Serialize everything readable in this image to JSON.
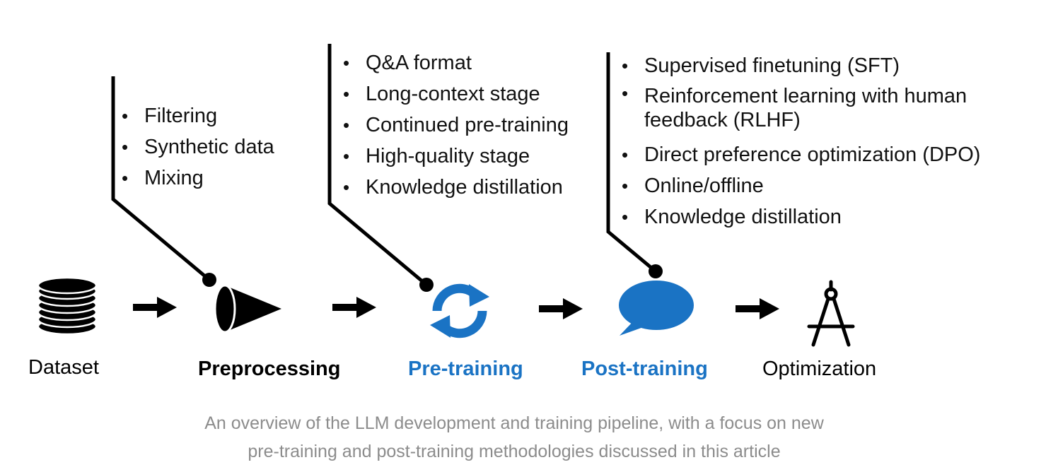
{
  "colors": {
    "blue": "#1a73c4",
    "black": "#000000",
    "caption": "#8c8c8c"
  },
  "stages": [
    {
      "label": "Dataset",
      "icon": "database-icon"
    },
    {
      "label": "Preprocessing",
      "icon": "funnel-icon"
    },
    {
      "label": "Pre-training",
      "icon": "refresh-cycle-icon"
    },
    {
      "label": "Post-training",
      "icon": "speech-bubble-icon"
    },
    {
      "label": "Optimization",
      "icon": "compass-icon"
    }
  ],
  "callouts": {
    "preprocessing": [
      "Filtering",
      "Synthetic data",
      "Mixing"
    ],
    "pretraining": [
      "Q&A format",
      "Long-context stage",
      "Continued pre-training",
      "High-quality stage",
      "Knowledge distillation"
    ],
    "posttraining": [
      "Supervised finetuning (SFT)",
      "Reinforcement learning with human feedback (RLHF)",
      "Direct preference optimization (DPO)",
      "Online/offline",
      "Knowledge distillation"
    ]
  },
  "caption": {
    "line1": "An overview of the LLM development and training pipeline, with a focus on new",
    "line2": "pre-training and post-training methodologies discussed in this article"
  }
}
